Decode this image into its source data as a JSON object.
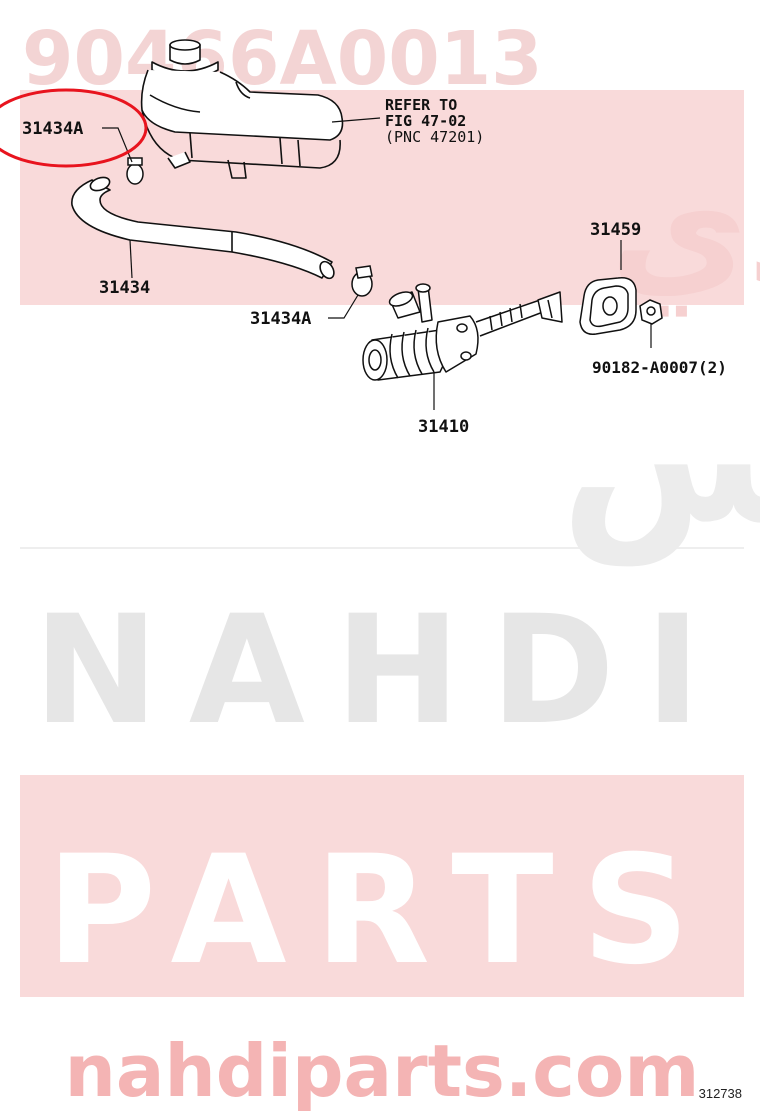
{
  "watermark": {
    "part_number": "90466A0013",
    "arabic_top": "النهدي",
    "arabic_mid": "بارتس",
    "brand_line1": "NAHDI",
    "brand_line2": "PARTS",
    "website": "nahdiparts.com",
    "band_color": "#f9dada",
    "text_color": "#f0c4c4",
    "url_color": "#f4b4b4"
  },
  "callouts": {
    "reservoir_ref_line1": "REFER TO",
    "reservoir_ref_line2": "FIG 47-02",
    "reservoir_ref_line3": "(PNC 47201)",
    "clip_top": "31434A",
    "hose": "31434",
    "clip_mid": "31434A",
    "gasket": "31459",
    "nut": "90182-A0007(2)",
    "master_cylinder": "31410"
  },
  "highlight": {
    "target": "31434A",
    "color": "#e8141e"
  },
  "diagram_id": "312738"
}
